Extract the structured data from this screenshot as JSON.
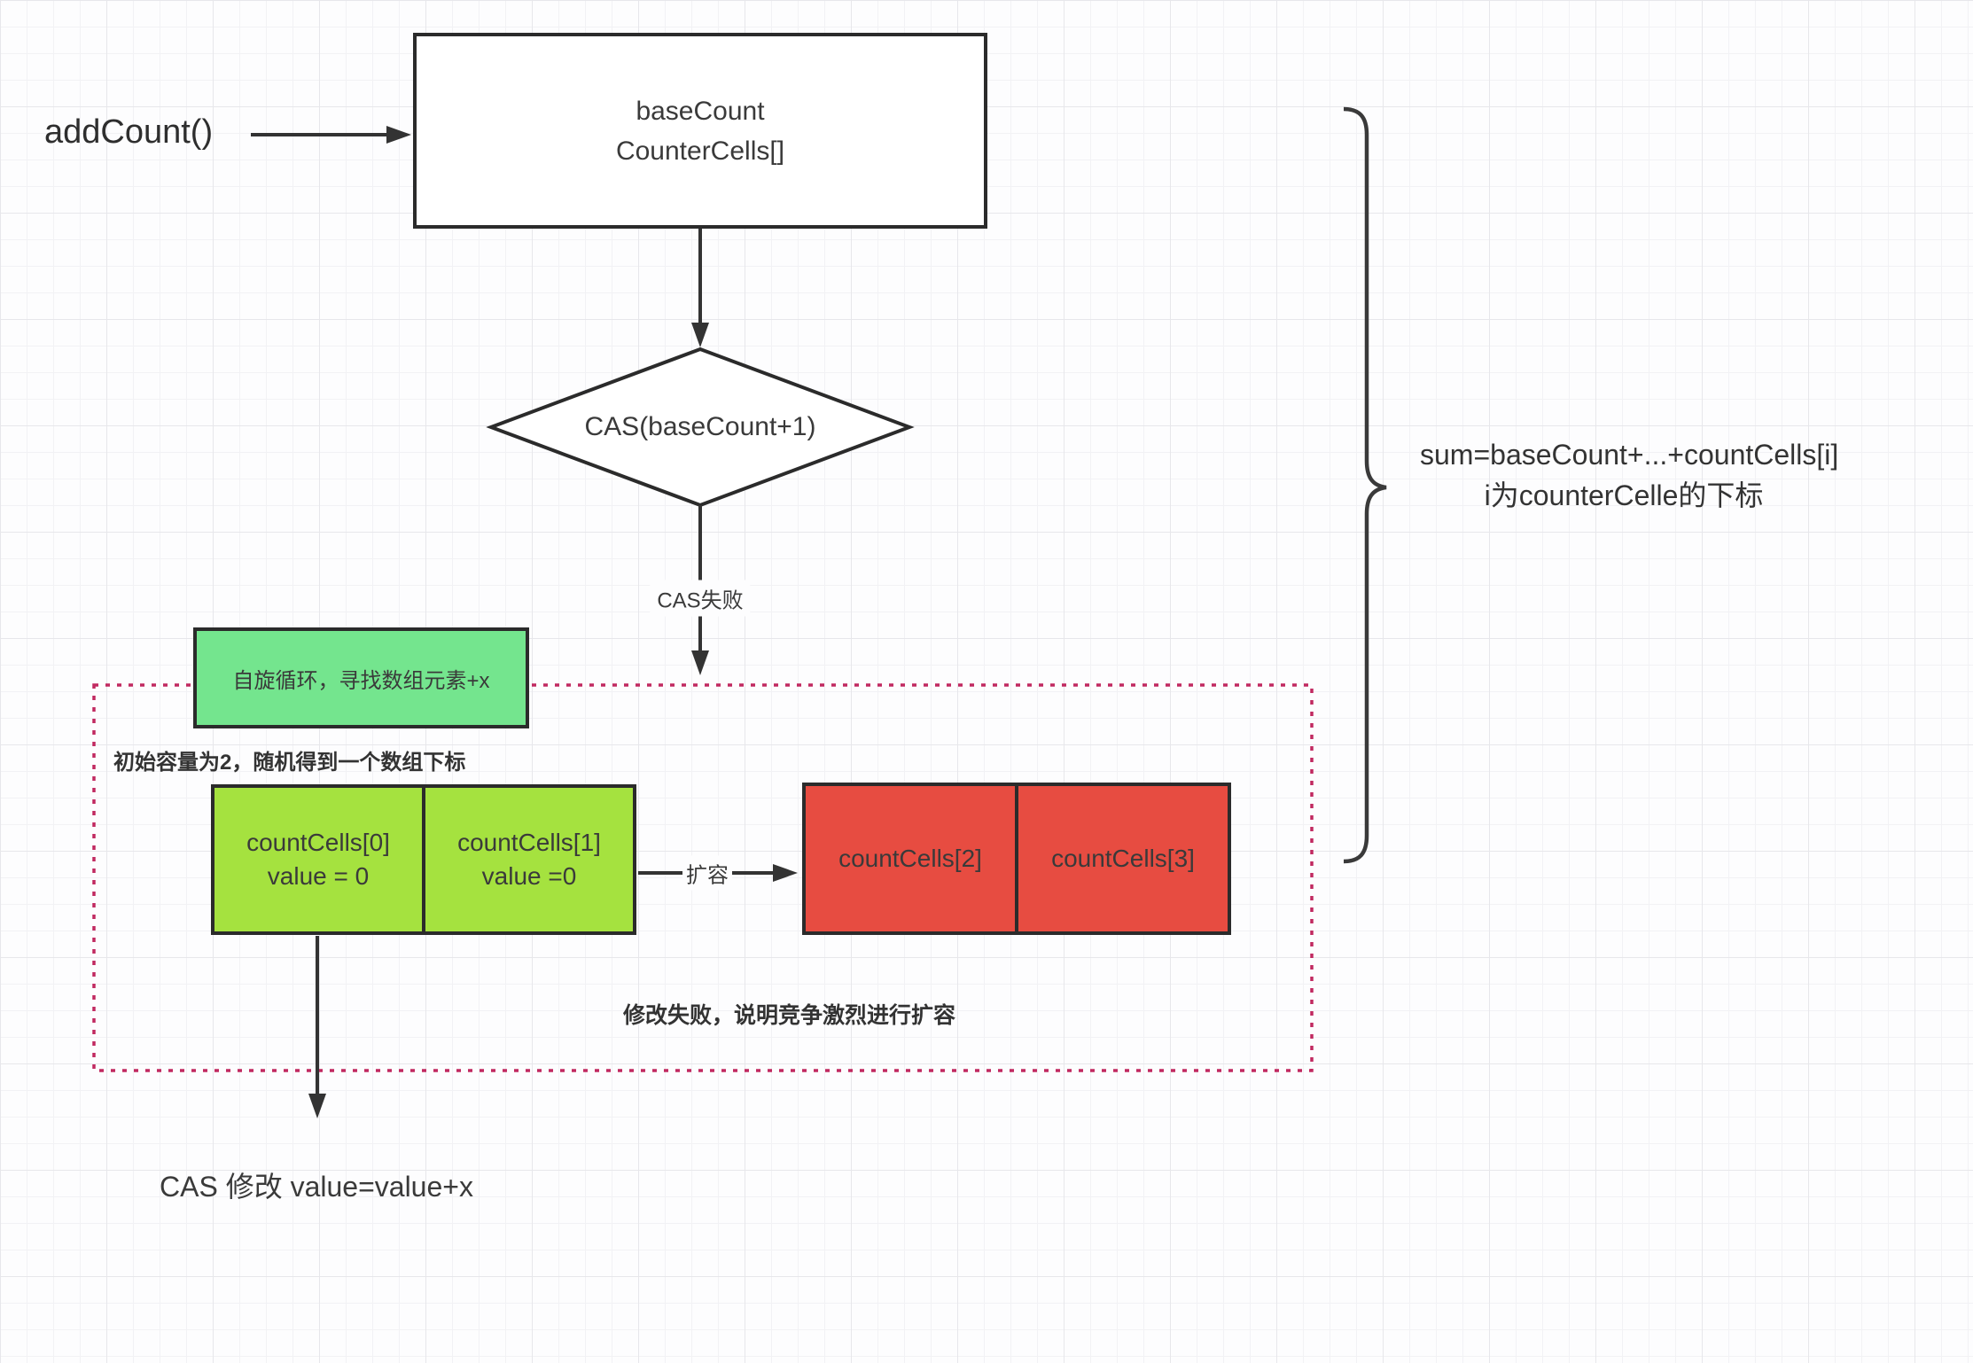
{
  "diagram": {
    "start_label": "addCount()",
    "base_box": {
      "line1": "baseCount",
      "line2": "CounterCells[]"
    },
    "cas_diamond": {
      "label": "CAS(baseCount+1)"
    },
    "cas_fail_label": "CAS失败",
    "spin_box": {
      "label": "自旋循环，寻找数组元素+x"
    },
    "init_note": "初始容量为2，随机得到一个数组下标",
    "cells_initial": [
      {
        "line1": "countCells[0]",
        "line2": "value = 0"
      },
      {
        "line1": "countCells[1]",
        "line2": "value =0"
      }
    ],
    "expand_label": "扩容",
    "cells_expanded": [
      {
        "label": "countCells[2]"
      },
      {
        "label": "countCells[3]"
      }
    ],
    "expand_note": "修改失败，说明竞争激烈进行扩容",
    "cas_modify_label": "CAS 修改 value=value+x",
    "sum_note": {
      "line1": "sum=baseCount+...+countCells[i]",
      "line2": "i为counterCelle的下标"
    }
  },
  "colors": {
    "spin_box_fill": "#74e58e",
    "cell_initial_fill": "#a5e23f",
    "cell_expanded_fill": "#e74c41",
    "dotted_border": "#c12960",
    "line": "#333333"
  }
}
